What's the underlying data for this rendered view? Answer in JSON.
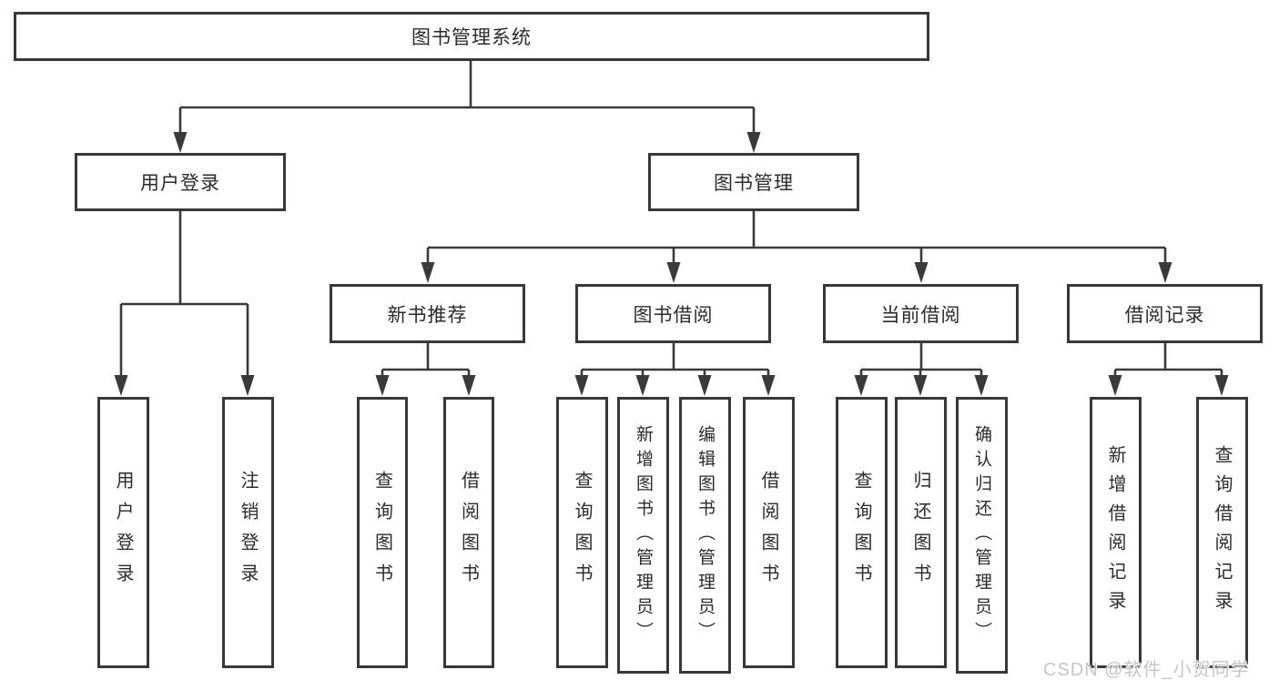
{
  "tree": {
    "root": {
      "label": "图书管理系统"
    },
    "branches": [
      {
        "label": "用户登录",
        "children": [
          {
            "label": "用户登录"
          },
          {
            "label": "注销登录"
          }
        ]
      },
      {
        "label": "图书管理",
        "children": [
          {
            "label": "新书推荐",
            "children": [
              {
                "label": "查询图书"
              },
              {
                "label": "借阅图书"
              }
            ]
          },
          {
            "label": "图书借阅",
            "children": [
              {
                "label": "查询图书"
              },
              {
                "label": "新增图书（管理员）"
              },
              {
                "label": "编辑图书（管理员）"
              },
              {
                "label": "借阅图书"
              }
            ]
          },
          {
            "label": "当前借阅",
            "children": [
              {
                "label": "查询图书"
              },
              {
                "label": "归还图书"
              },
              {
                "label": "确认归还（管理员）"
              }
            ]
          },
          {
            "label": "借阅记录",
            "children": [
              {
                "label": "新增借阅记录"
              },
              {
                "label": "查询借阅记录"
              }
            ]
          }
        ]
      }
    ]
  },
  "watermark": {
    "text": "CSDN @软件_小贺同学"
  },
  "colors": {
    "line": "#3a3a3a",
    "border": "#383838",
    "text": "#2b2b2b",
    "background": "#ffffff",
    "watermark": "#c6c6c6"
  }
}
